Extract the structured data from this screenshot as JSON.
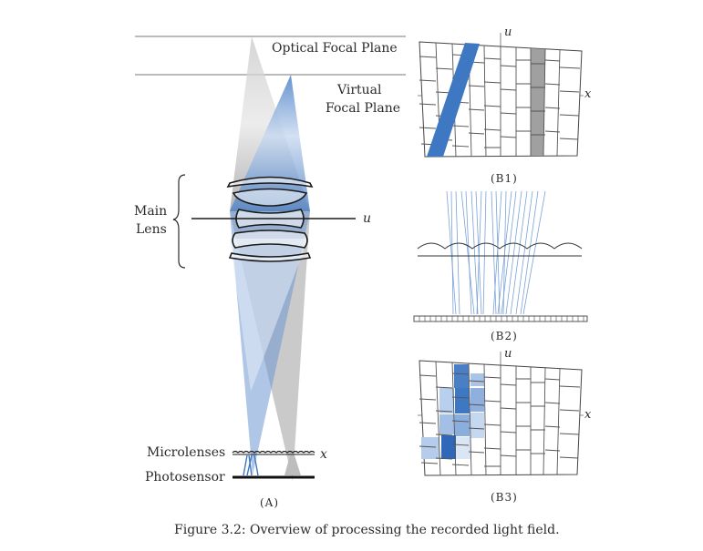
{
  "labels": {
    "optical_focal_plane": "Optical Focal Plane",
    "virtual_line1": "Virtual",
    "virtual_line2": "Focal Plane",
    "main_line1": "Main",
    "main_line2": "Lens",
    "u_axis": "u",
    "x_axis": "x",
    "microlenses": "Microlenses",
    "photosensor": "Photosensor"
  },
  "captions": {
    "a": "(A)",
    "b1": "(B1)",
    "b2": "(B2)",
    "b3": "(B3)"
  },
  "figure_caption": "Figure 3.2: Overview of processing the recorded light field.",
  "colors": {
    "blue": "#3f78c2",
    "light_blue": "#a9c4e6",
    "gray": "#9a9a9a",
    "ink": "#2b2b2b"
  }
}
